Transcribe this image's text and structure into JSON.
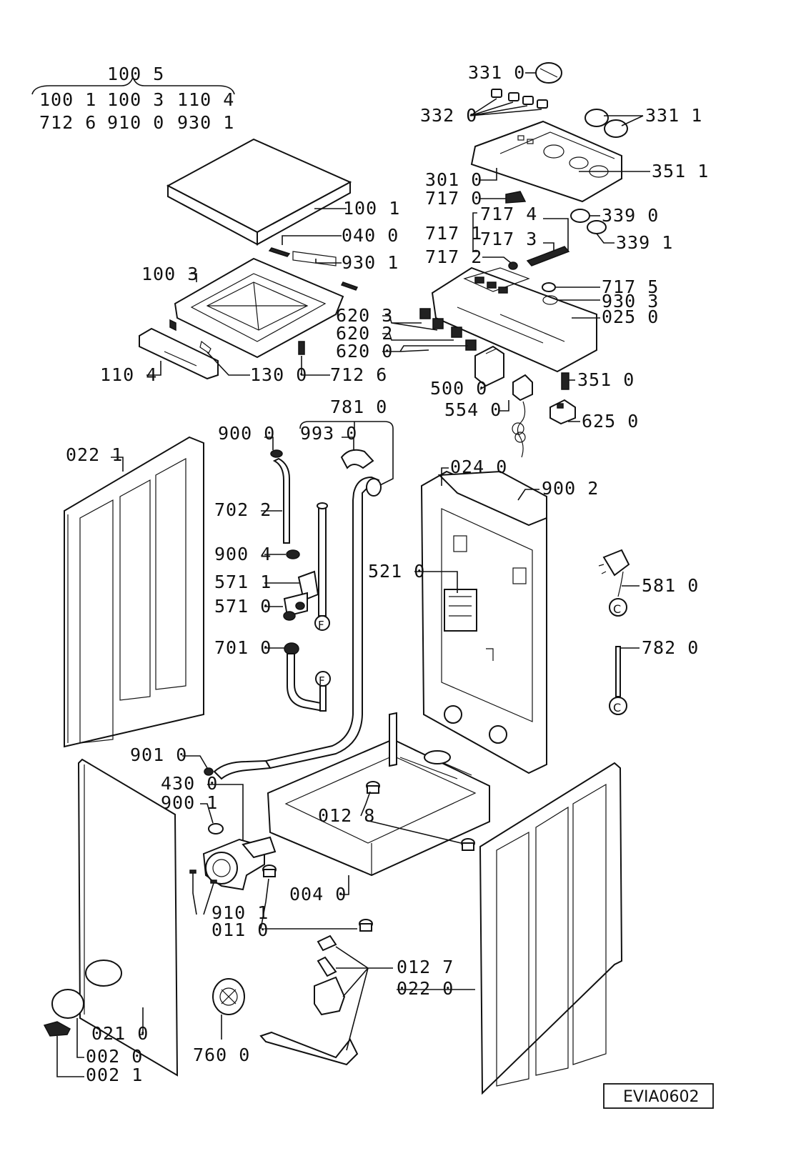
{
  "diagram_code": "EVIA0602",
  "group": {
    "top": "100 5",
    "row1": [
      "100 1",
      "100 3",
      "110 4"
    ],
    "row2": [
      "712 6",
      "910 0",
      "930 1"
    ]
  },
  "labels": {
    "p3310": "331 0",
    "p3320": "332 0",
    "p3311": "331 1",
    "p3010": "301 0",
    "p3511": "351 1",
    "p7170": "717 0",
    "p7174": "717 4",
    "p3390": "339 0",
    "p7171": "717 1",
    "p7173": "717 3",
    "p3391": "339 1",
    "p7172": "717 2",
    "p7175": "717 5",
    "p9303": "930 3",
    "p0250": "025 0",
    "p1001": "100 1",
    "p0400": "040 0",
    "p9301": "930 1",
    "p1003": "100 3",
    "p6203": "620 3",
    "p6202": "620 2",
    "p6200": "620 0",
    "p1104": "110 4",
    "p1300": "130 0",
    "p7126": "712 6",
    "p3510": "351 0",
    "p5000": "500 0",
    "p5540": "554 0",
    "p6250": "625 0",
    "p7810": "781 0",
    "p9000": "900 0",
    "p9930": "993 0",
    "p0221": "022 1",
    "p0240": "024 0",
    "p9002": "900 2",
    "p7022": "702 2",
    "p5210": "521 0",
    "p9004": "900 4",
    "p5711": "571 1",
    "p5710": "571 0",
    "p5810": "581 0",
    "p7010": "701 0",
    "p7820": "782 0",
    "p9010": "901 0",
    "p4300": "430 0",
    "p9001": "900 1",
    "p0128": "012 8",
    "p0040": "004 0",
    "p9101": "910 1",
    "p0110": "011 0",
    "p0127": "012 7",
    "p0220": "022 0",
    "p0210": "021 0",
    "p0020": "002 0",
    "p0021": "002 1",
    "p7600": "760 0"
  },
  "markers": {
    "f1": "F",
    "f2": "F",
    "c1": "C",
    "c2": "C"
  }
}
